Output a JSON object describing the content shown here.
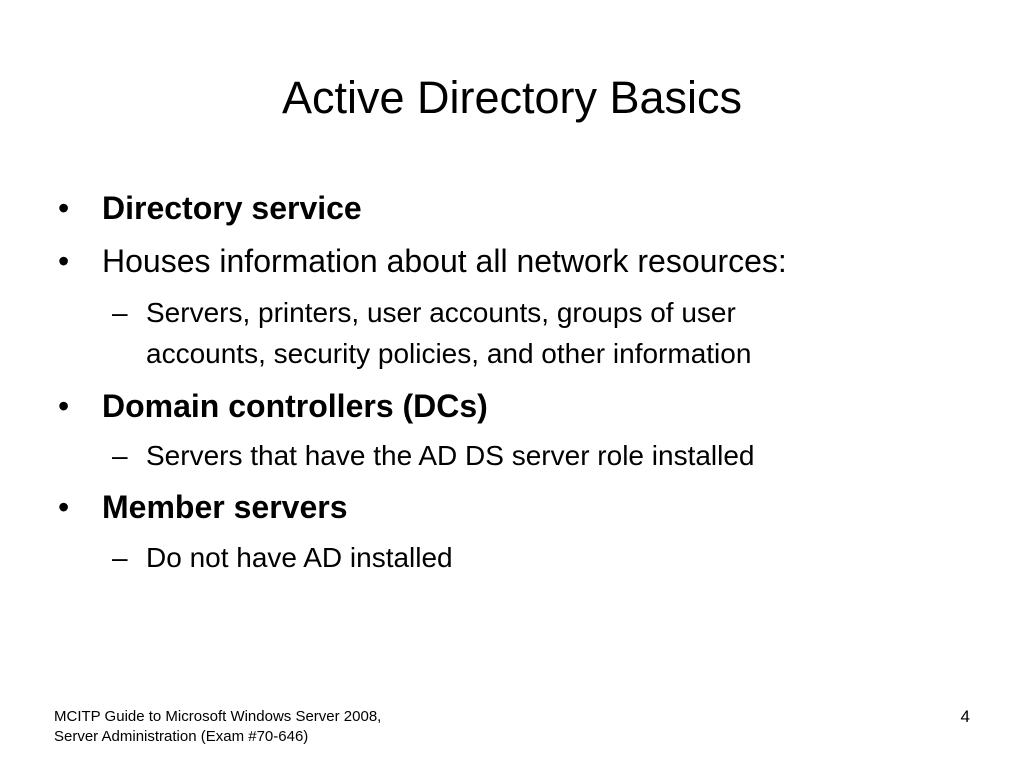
{
  "slide": {
    "title": "Active Directory Basics",
    "bullets": [
      {
        "level": 1,
        "marker": "•",
        "text": "Directory service",
        "bold": true
      },
      {
        "level": 1,
        "marker": "•",
        "text": "Houses information about all network resources:",
        "bold": false
      },
      {
        "level": 2,
        "marker": "–",
        "text": "Servers, printers, user accounts, groups of user",
        "bold": false
      },
      {
        "level": 2,
        "marker": "",
        "text": "accounts, security policies, and other information",
        "bold": false
      },
      {
        "level": 1,
        "marker": "•",
        "text": "Domain controllers (DCs)",
        "bold": true
      },
      {
        "level": 2,
        "marker": "–",
        "text": "Servers that have the AD DS server role installed",
        "bold": false
      },
      {
        "level": 1,
        "marker": "•",
        "text": "Member servers",
        "bold": true
      },
      {
        "level": 2,
        "marker": "–",
        "text": "Do not have AD installed",
        "bold": false
      }
    ]
  },
  "footer": {
    "line1": "MCITP Guide to Microsoft Windows Server 2008,",
    "line2": "Server Administration (Exam #70-646)",
    "page_number": "4"
  }
}
